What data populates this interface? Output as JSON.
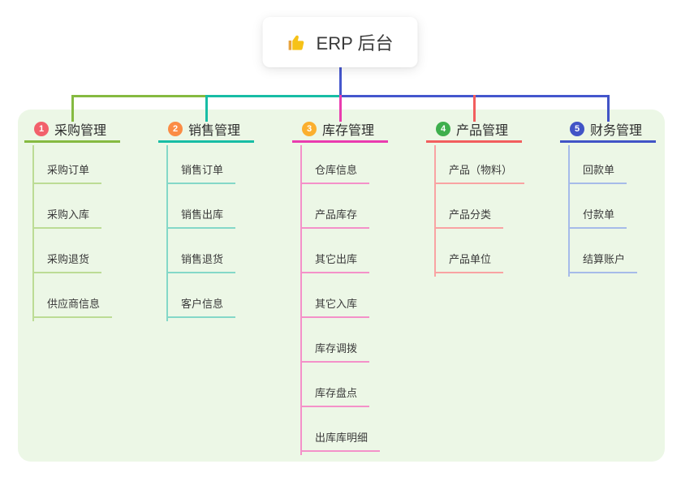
{
  "root": {
    "title": "ERP 后台",
    "icon": "thumbs-up-icon"
  },
  "colors": {
    "panel_background": "#ecf7e6",
    "stem_blue": "#4557cd",
    "card_background": "#ffffff",
    "thumb_yellow": "#f6c218"
  },
  "branches": [
    {
      "number": "1",
      "label": "采购管理",
      "badge_color": "#f2606b",
      "line_color": "#85ba41",
      "child_line_color": "#bcdc95",
      "children": [
        "采购订单",
        "采购入库",
        "采购退货",
        "供应商信息"
      ]
    },
    {
      "number": "2",
      "label": "销售管理",
      "badge_color": "#fb8c44",
      "line_color": "#17bda5",
      "child_line_color": "#84d8c8",
      "children": [
        "销售订单",
        "销售出库",
        "销售退货",
        "客户信息"
      ]
    },
    {
      "number": "3",
      "label": "库存管理",
      "badge_color": "#fbaf2e",
      "line_color": "#e93caf",
      "child_line_color": "#f491c9",
      "children": [
        "仓库信息",
        "产品库存",
        "其它出库",
        "其它入库",
        "库存调拨",
        "库存盘点",
        "出库库明细"
      ]
    },
    {
      "number": "4",
      "label": "产品管理",
      "badge_color": "#3eaf4d",
      "line_color": "#f25e5e",
      "child_line_color": "#f9a3a3",
      "children": [
        "产品（物料）",
        "产品分类",
        "产品单位"
      ]
    },
    {
      "number": "5",
      "label": "财务管理",
      "badge_color": "#4154c6",
      "line_color": "#4154c6",
      "child_line_color": "#a6bbe9",
      "children": [
        "回款单",
        "付款单",
        "结算账户"
      ]
    }
  ]
}
